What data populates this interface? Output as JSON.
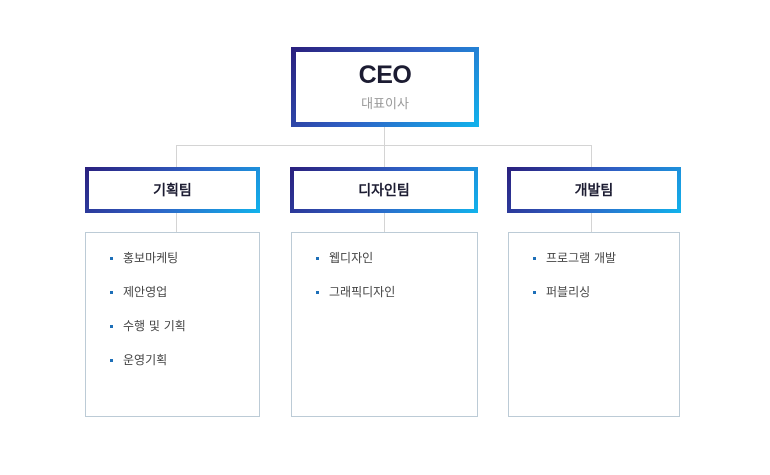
{
  "ceo": {
    "title": "CEO",
    "subtitle": "대표이사"
  },
  "teams": [
    {
      "name": "기획팀",
      "tasks": [
        "홍보마케팅",
        "제안영업",
        "수행 및 기획",
        "운영기획"
      ]
    },
    {
      "name": "디자인팀",
      "tasks": [
        "웹디자인",
        "그래픽디자인"
      ]
    },
    {
      "name": "개발팀",
      "tasks": [
        "프로그램 개발",
        "퍼블리싱"
      ]
    }
  ],
  "colors": {
    "gradient_start": "#2a1f7d",
    "gradient_end": "#11b3ec",
    "bullet": "#1d6fb8",
    "connector": "#d4d4d4"
  }
}
